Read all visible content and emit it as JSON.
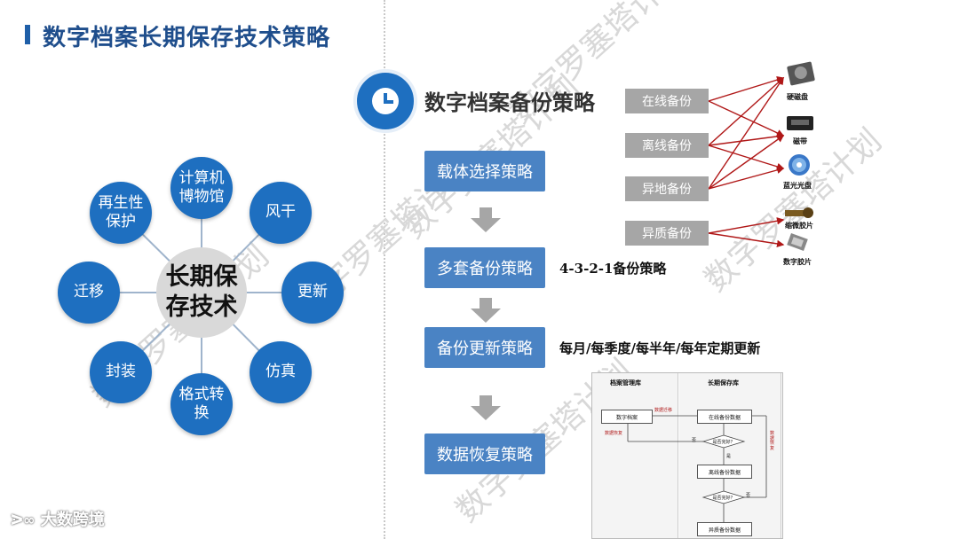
{
  "slide_title": "数字档案长期保存技术策略",
  "hub": {
    "center": "长期保存技术",
    "nodes": [
      "计算机博物馆",
      "风干",
      "更新",
      "仿真",
      "格式转换",
      "封装",
      "迁移",
      "再生性保护"
    ]
  },
  "backup": {
    "title": "数字档案备份策略",
    "strategies": [
      "载体选择策略",
      "多套备份策略",
      "备份更新策略",
      "数据恢复策略"
    ],
    "notes": {
      "multi": "4-3-2-1备份策略",
      "update": "每月/每季度/每半年/每年定期更新"
    },
    "types": [
      "在线备份",
      "离线备份",
      "异地备份",
      "异质备份"
    ],
    "media": [
      "硬磁盘",
      "磁带",
      "蓝光光盘",
      "缩微胶片",
      "数字胶片"
    ]
  },
  "flowchart": {
    "left_header": "档案管理库",
    "right_header": "长期保存库",
    "left_box": "数字档案",
    "boxes": [
      "在线备份数据",
      "离线备份数据",
      "异质备份数据"
    ],
    "decisions": [
      "是否完好？",
      "是否完好？"
    ],
    "labels": [
      "数据迁移",
      "数据恢复",
      "否",
      "否",
      "是",
      "数据恢复"
    ]
  },
  "watermark": "数字罗塞塔计划",
  "logo_text": "大数跨境",
  "colors": {
    "primary": "#1e6fc0",
    "strategy": "#4a83c4",
    "gray": "#a6a6a6",
    "title": "#1f4e8c",
    "arrow": "#b01818"
  }
}
